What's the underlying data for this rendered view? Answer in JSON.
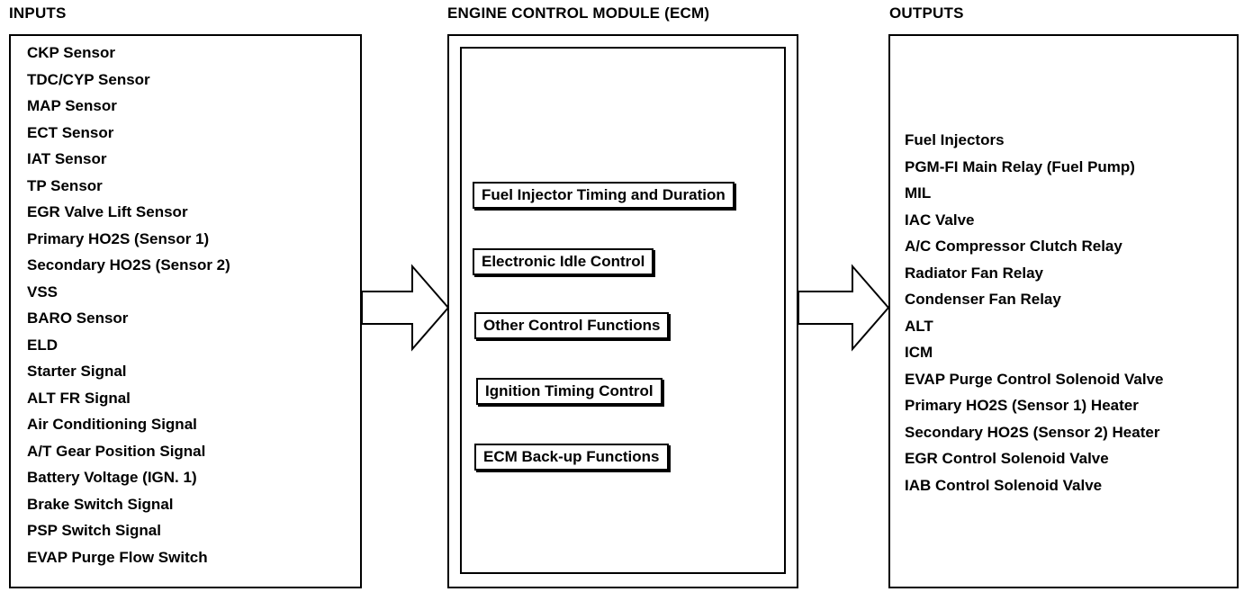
{
  "inputs": {
    "title": "INPUTS",
    "items": [
      "CKP Sensor",
      "TDC/CYP Sensor",
      "MAP Sensor",
      "ECT Sensor",
      "IAT Sensor",
      "TP Sensor",
      "EGR Valve Lift Sensor",
      "Primary HO2S (Sensor 1)",
      "Secondary HO2S (Sensor 2)",
      "VSS",
      "BARO Sensor",
      "ELD",
      "Starter Signal",
      "ALT FR Signal",
      "Air Conditioning Signal",
      "A/T Gear Position Signal",
      "Battery Voltage (IGN. 1)",
      "Brake Switch Signal",
      "PSP Switch Signal",
      "EVAP Purge Flow Switch"
    ]
  },
  "ecm": {
    "title": "ENGINE CONTROL MODULE (ECM)",
    "functions": [
      "Fuel Injector Timing and Duration",
      "Electronic Idle Control",
      "Other Control Functions",
      "Ignition Timing Control",
      "ECM Back-up Functions"
    ]
  },
  "outputs": {
    "title": "OUTPUTS",
    "items": [
      "Fuel Injectors",
      "PGM-FI Main Relay (Fuel Pump)",
      "MIL",
      "IAC Valve",
      "A/C Compressor Clutch Relay",
      "Radiator Fan Relay",
      "Condenser Fan Relay",
      "ALT",
      "ICM",
      "EVAP Purge Control Solenoid Valve",
      "Primary HO2S (Sensor 1) Heater",
      "Secondary HO2S (Sensor 2) Heater",
      "EGR Control Solenoid Valve",
      "IAB Control Solenoid Valve"
    ]
  }
}
